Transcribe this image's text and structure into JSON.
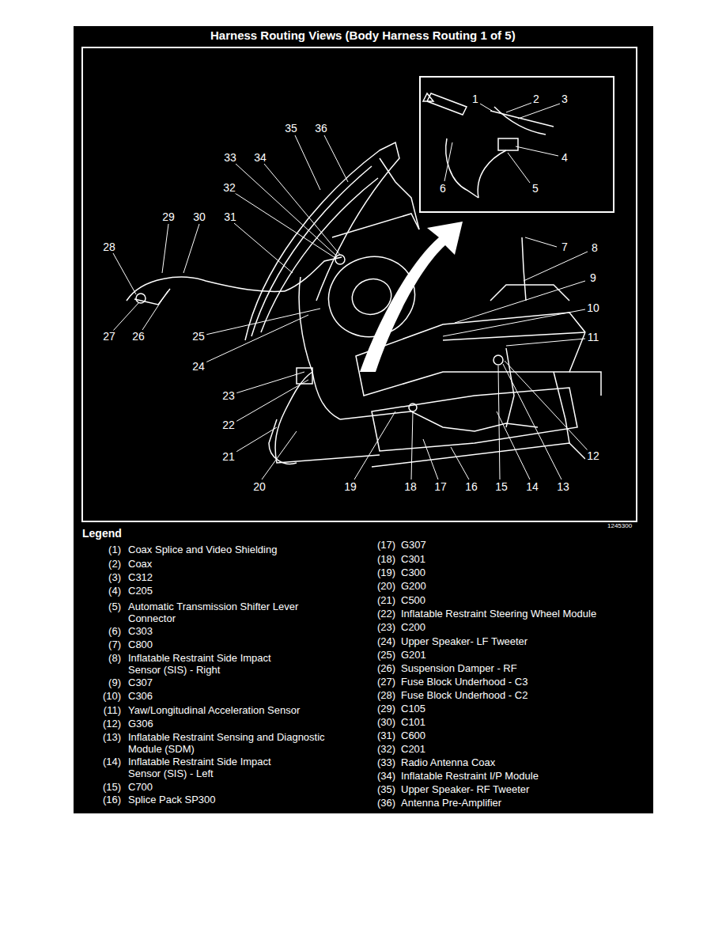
{
  "diagram": {
    "title": "Harness Routing Views (Body Harness Routing 1 of 5)",
    "labels": [
      "1",
      "2",
      "3",
      "4",
      "5",
      "6",
      "7",
      "8",
      "9",
      "10",
      "11",
      "12",
      "13",
      "14",
      "15",
      "16",
      "17",
      "18",
      "19",
      "20",
      "21",
      "22",
      "23",
      "24",
      "25",
      "26",
      "27",
      "28",
      "29",
      "30",
      "31",
      "32",
      "33",
      "34",
      "35",
      "36",
      "Legend",
      "1245300",
      "(1)",
      "Coax Splice and Video Shielding",
      "(2)",
      "Coax",
      "(3)",
      "C312",
      "(4)",
      "C205",
      "(5)",
      "Automatic Transmission Shifter Lever Connector",
      "(6)",
      "C303",
      "(7)",
      "C800",
      "(8)",
      "Inflatable Restraint Side Impact Sensor (SIS) - Right",
      "(9)",
      "C307",
      "(10)",
      "C306",
      "(11)",
      "Yaw/Longitudinal Acceleration Sensor",
      "(12)",
      "G306",
      "(13)",
      "Inflatable Restraint Sensing and Diagnostic Module (SDM)",
      "(14)",
      "Inflatable Restraint Side Impact Sensor (SIS) - Left",
      "(15)",
      "C700",
      "(16)",
      "Splice Pack SP300",
      "(17)",
      "G307",
      "(18)",
      "C301",
      "(19)",
      "C300",
      "(20)",
      "G200",
      "(21)",
      "C500",
      "(22)",
      "Inflatable Restraint Steering Wheel Module",
      "(23)",
      "C200",
      "(24)",
      "Upper Speaker- LF Tweeter",
      "(25)",
      "G201",
      "(26)",
      "Suspension Damper - RF",
      "(27)",
      "Fuse Block Underhood - C3",
      "(28)",
      "Fuse Block Underhood - C2",
      "(29)",
      "C105",
      "(30)",
      "C101",
      "(31)",
      "C600",
      "(32)",
      "C201",
      "(33)",
      "Radio Antenna Coax",
      "(34)",
      "Inflatable Restraint I/P Module",
      "(35)",
      "Upper Speaker- RF Tweeter",
      "(36)",
      "Antenna Pre-Amplifier"
    ]
  }
}
